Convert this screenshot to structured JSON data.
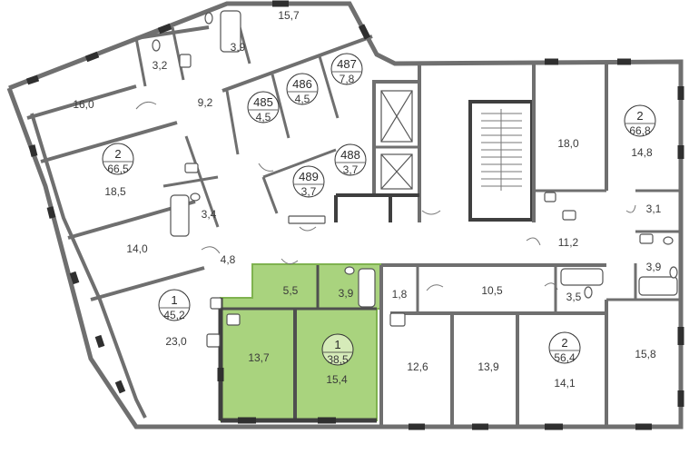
{
  "colors": {
    "wall": "#6f6f6f",
    "wall_dark": "#3f3f3f",
    "window": "#2f2f2f",
    "selected_fill": "#a9d37e",
    "selected_stroke": "#7fb24f",
    "background": "#ffffff"
  },
  "selected_apartment": {
    "rooms": "1",
    "total_area": "38,5"
  },
  "apartments": [
    {
      "id": "apt-1-45",
      "rooms": "1",
      "total_area": "45,2"
    },
    {
      "id": "apt-2-66-5",
      "rooms": "2",
      "total_area": "66,5"
    },
    {
      "id": "apt-2-66-8",
      "rooms": "2",
      "total_area": "66,8"
    },
    {
      "id": "apt-2-56-4",
      "rooms": "2",
      "total_area": "56,4"
    }
  ],
  "storage_units": [
    {
      "id": "485",
      "area": "4,5"
    },
    {
      "id": "486",
      "area": "4,5"
    },
    {
      "id": "487",
      "area": "7,8"
    },
    {
      "id": "488",
      "area": "3,7"
    },
    {
      "id": "489",
      "area": "3,7"
    }
  ],
  "room_areas": [
    "15,7",
    "3,9",
    "3,2",
    "16,0",
    "9,2",
    "18,5",
    "3,4",
    "14,0",
    "4,8",
    "23,0",
    "5,5",
    "3,9",
    "13,7",
    "15,4",
    "1,8",
    "10,5",
    "12,6",
    "13,9",
    "18,0",
    "14,8",
    "3,1",
    "11,2",
    "3,9",
    "3,5",
    "14,1",
    "15,8"
  ]
}
